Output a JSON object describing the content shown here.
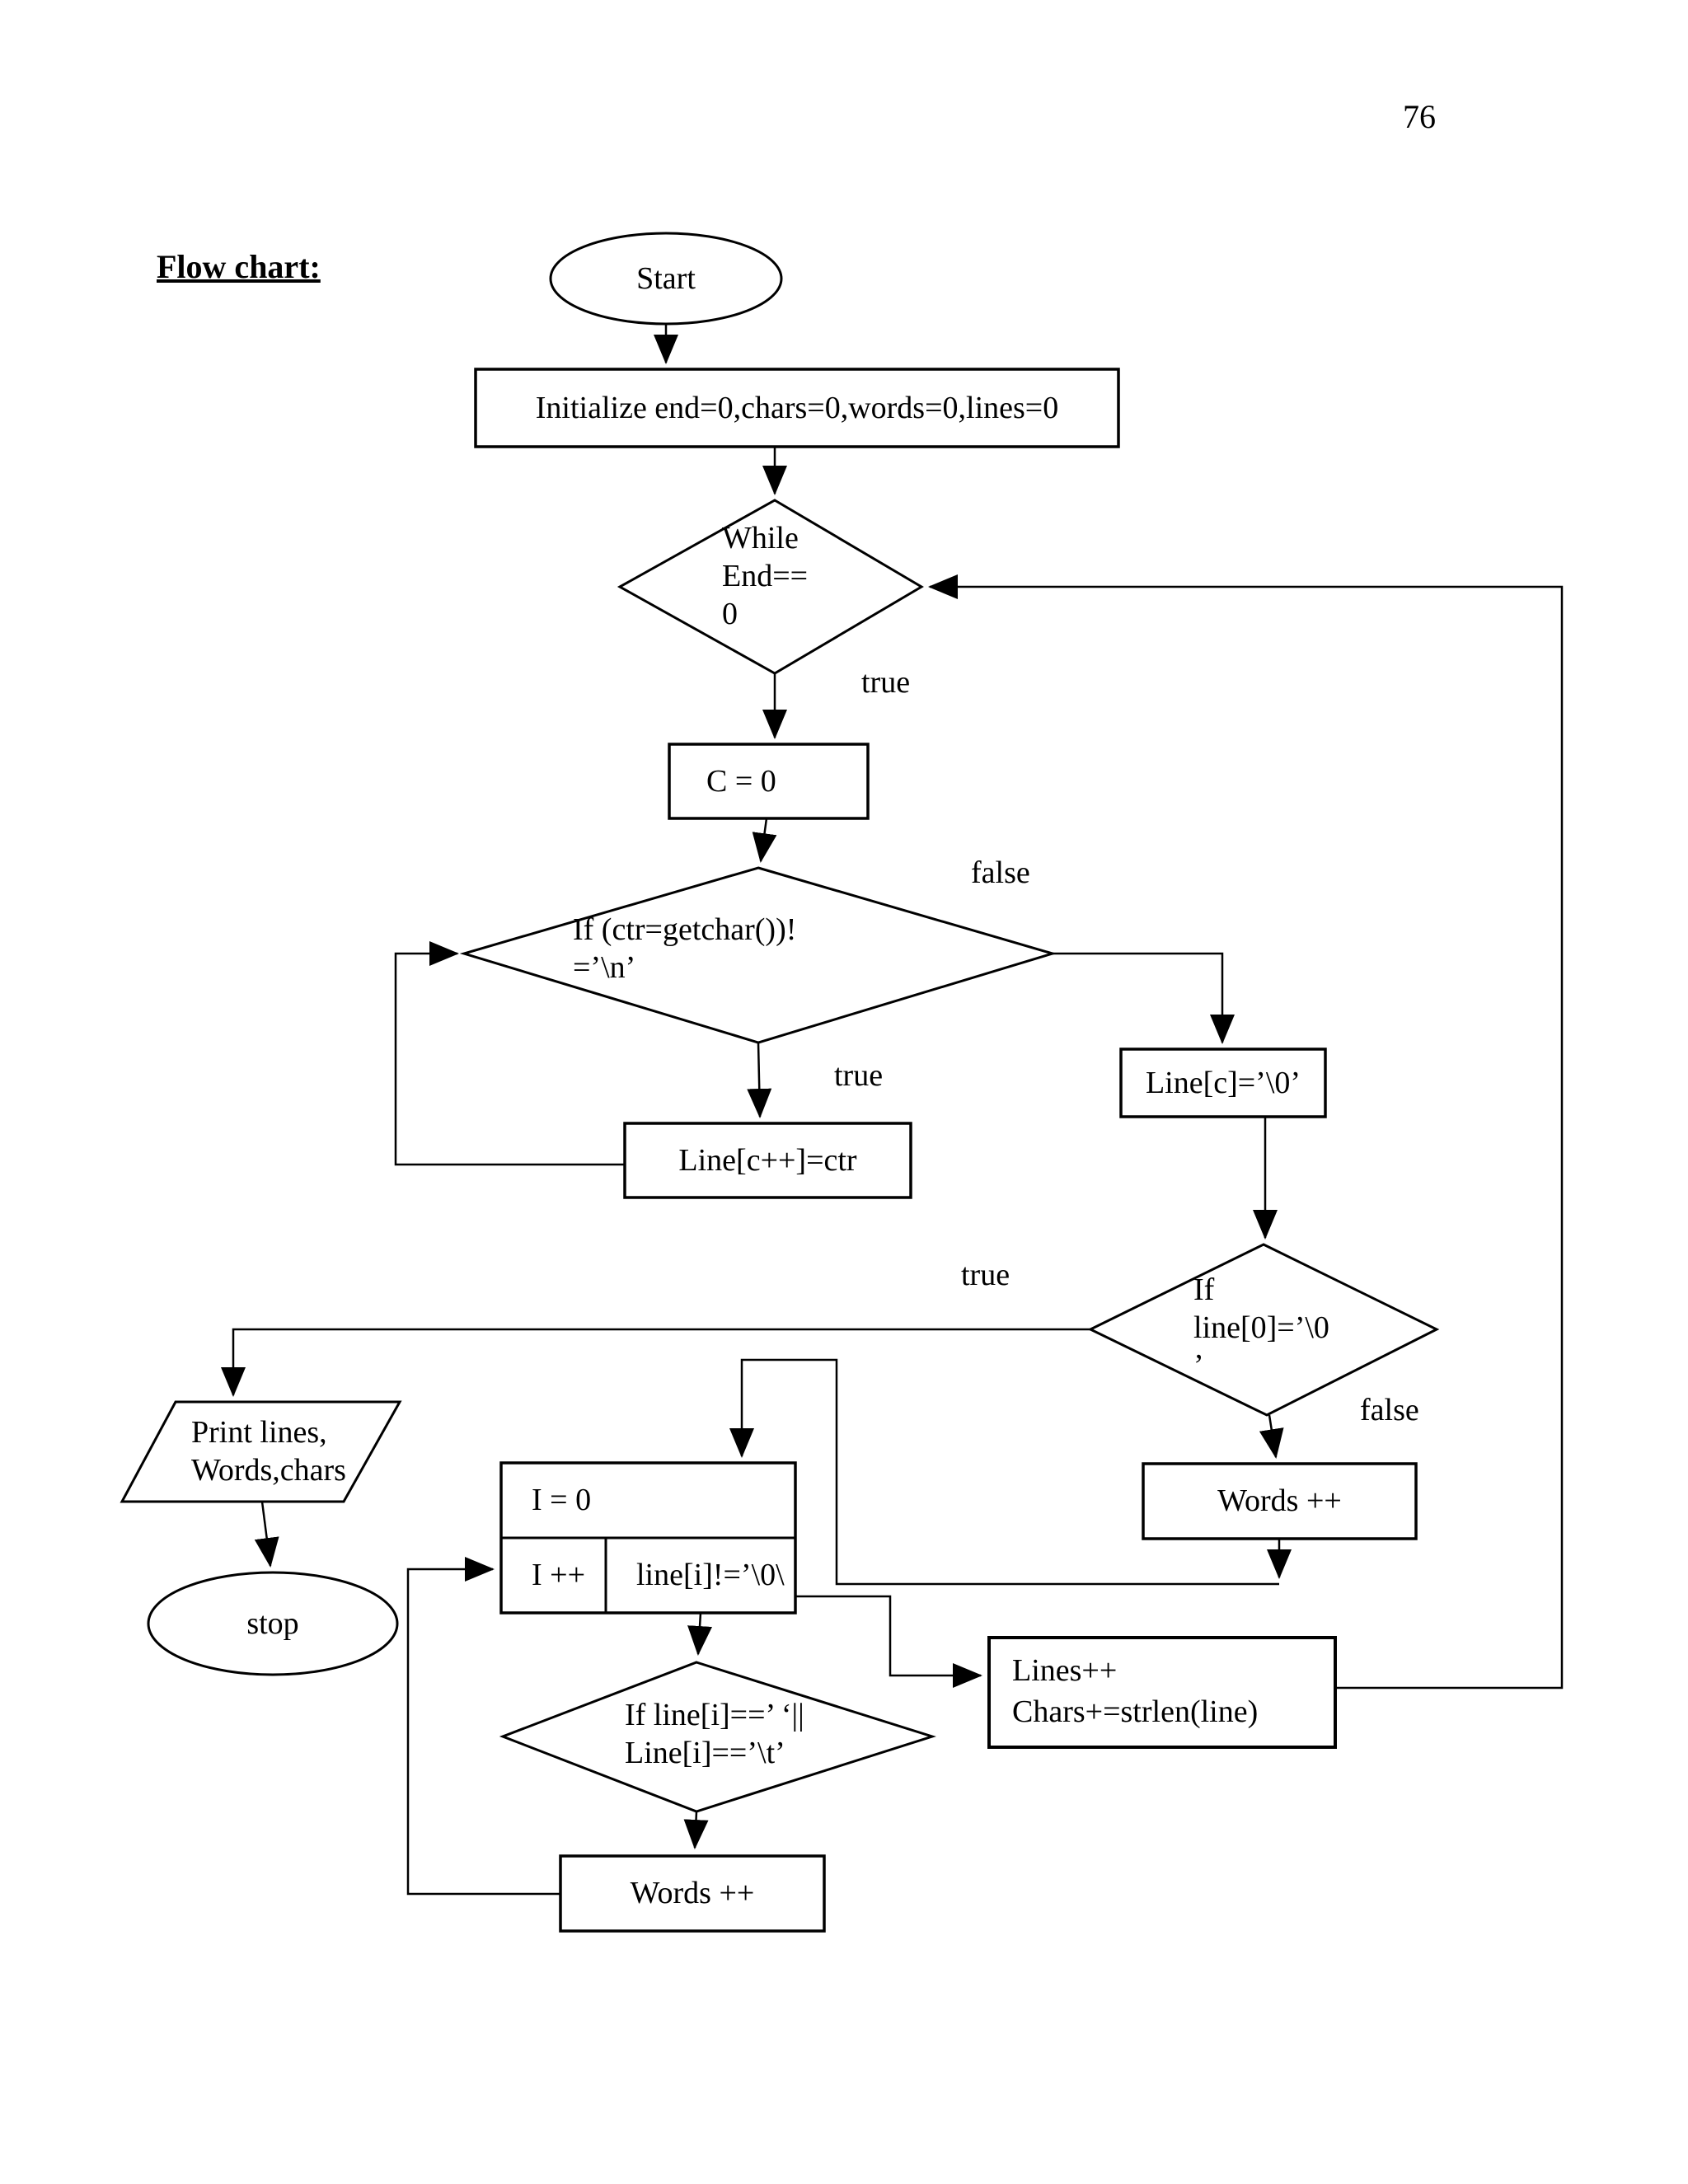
{
  "page": {
    "number": "76",
    "heading": "Flow chart:"
  },
  "colors": {
    "ink": "#000000",
    "paper": "#ffffff"
  },
  "nodes": {
    "start": {
      "label": "Start"
    },
    "init": {
      "label": "Initialize end=0,chars=0,words=0,lines=0"
    },
    "while_decision": {
      "lines": [
        "While",
        "End==",
        "0"
      ]
    },
    "c_zero": {
      "label": "C = 0"
    },
    "getchar_decision": {
      "lines": [
        "If (ctr=getchar())!",
        "=’\\n’"
      ]
    },
    "line_c_null": {
      "label": "Line[c]=’\\0’"
    },
    "line_c_assign": {
      "label": "Line[c++]=ctr"
    },
    "line0_decision": {
      "lines": [
        "If",
        "line[0]=’\\0",
        "’"
      ]
    },
    "print_output": {
      "lines": [
        "Print lines,",
        "Words,chars"
      ]
    },
    "words_inc_right": {
      "label": "Words ++"
    },
    "i_loop_table": {
      "init_label": "I = 0",
      "increment_label": "I ++",
      "condition_label": "line[i]!=’\\0\\"
    },
    "stop": {
      "label": "stop"
    },
    "space_tab_decision": {
      "lines": [
        "If line[i]==’ ‘||",
        "Line[i]==’\\t’"
      ]
    },
    "words_inc_bottom": {
      "label": "Words ++"
    },
    "lines_chars_inc": {
      "lines": [
        "Lines++",
        "Chars+=strlen(line)"
      ]
    }
  },
  "branch_labels": {
    "while_true": "true",
    "getchar_false": "false",
    "getchar_true": "true",
    "line0_true": "true",
    "line0_false": "false"
  }
}
